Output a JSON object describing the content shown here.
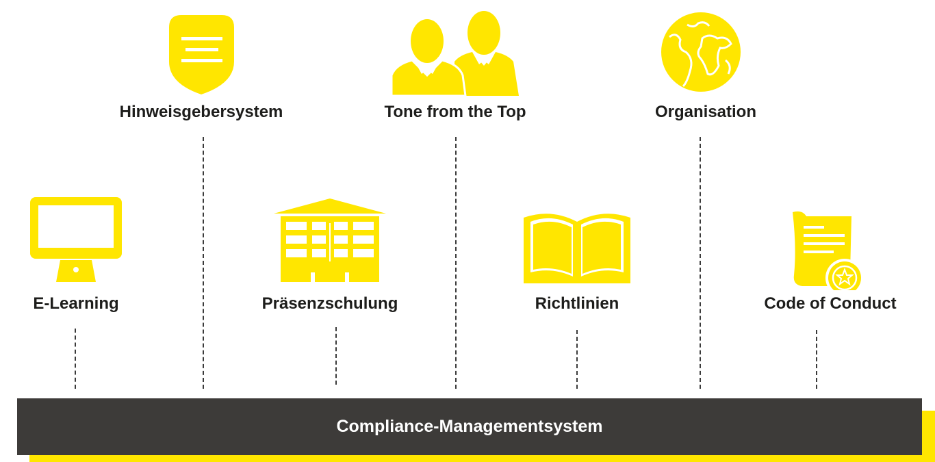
{
  "colors": {
    "accent": "#ffe600",
    "base": "#3d3b39",
    "text": "#1d1d1b"
  },
  "pillars_top": [
    {
      "label": "Hinweisgebersystem",
      "icon": "speech-bubble-icon"
    },
    {
      "label": "Tone from the Top",
      "icon": "people-icon"
    },
    {
      "label": "Organisation",
      "icon": "globe-icon"
    }
  ],
  "pillars_bottom": [
    {
      "label": "E-Learning",
      "icon": "monitor-icon"
    },
    {
      "label": "Präsenzschulung",
      "icon": "school-building-icon"
    },
    {
      "label": "Richtlinien",
      "icon": "open-book-icon"
    },
    {
      "label": "Code of Conduct",
      "icon": "certificate-icon"
    }
  ],
  "base": {
    "label": "Compliance-Managementsystem"
  }
}
